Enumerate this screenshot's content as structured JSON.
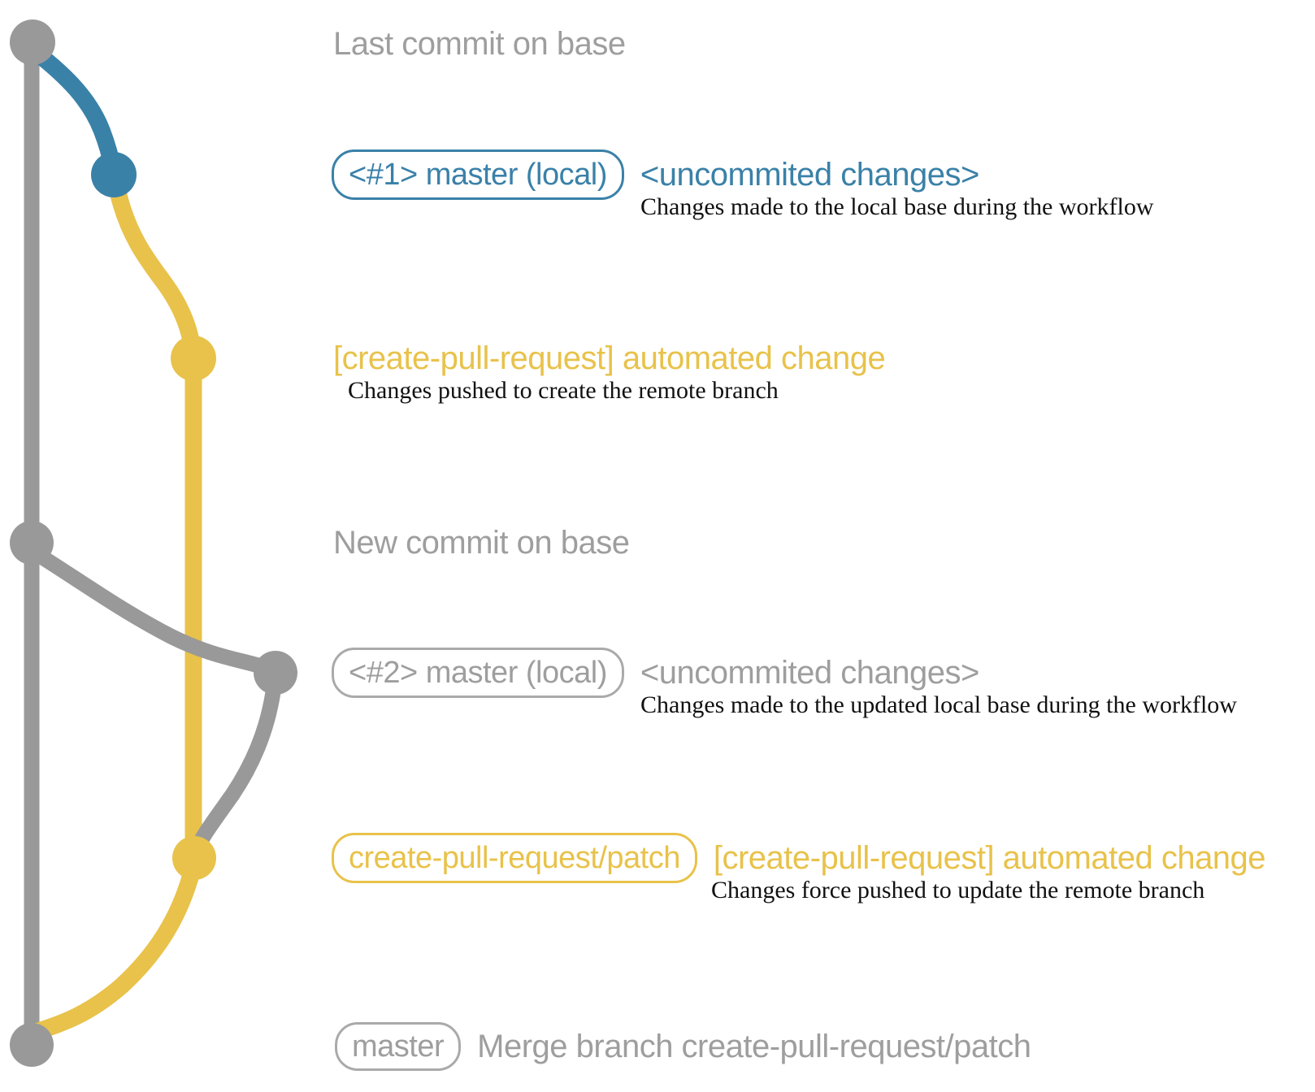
{
  "colors": {
    "branch_gray": "#999999",
    "branch_blue": "#3a81a8",
    "branch_yellow": "#e8c24a",
    "label_gray": "#9e9e9e",
    "description_black": "#111111",
    "background": "#ffffff"
  },
  "rows": {
    "row1": {
      "heading": "Last commit on base"
    },
    "row2": {
      "badge": "<#1> master (local)",
      "side": "<uncommited changes>",
      "desc": "Changes made to the local base during the workflow"
    },
    "row3": {
      "heading": "[create-pull-request] automated change",
      "desc": "Changes pushed to create the remote branch"
    },
    "row4": {
      "heading": "New commit on base"
    },
    "row5": {
      "badge": "<#2> master (local)",
      "side": "<uncommited changes>",
      "desc": "Changes made to the updated local base during the workflow"
    },
    "row6": {
      "badge": "create-pull-request/patch",
      "side": "[create-pull-request] automated change",
      "desc": "Changes force pushed to update the remote branch"
    },
    "row7": {
      "badge": "master",
      "side": "Merge branch create-pull-request/patch"
    }
  },
  "graph": {
    "commits": [
      {
        "id": "base-last",
        "color": "#999999",
        "label": "Last commit on base"
      },
      {
        "id": "local-1",
        "color": "#3a81a8",
        "label": "<#1> master (local)"
      },
      {
        "id": "patch-1",
        "color": "#e8c24a",
        "label": "[create-pull-request] automated change"
      },
      {
        "id": "base-new",
        "color": "#999999",
        "label": "New commit on base"
      },
      {
        "id": "local-2",
        "color": "#999999",
        "label": "<#2> master (local)"
      },
      {
        "id": "patch-2",
        "color": "#e8c24a",
        "label": "[create-pull-request] automated change"
      },
      {
        "id": "merge",
        "color": "#999999",
        "label": "Merge branch create-pull-request/patch"
      }
    ]
  }
}
